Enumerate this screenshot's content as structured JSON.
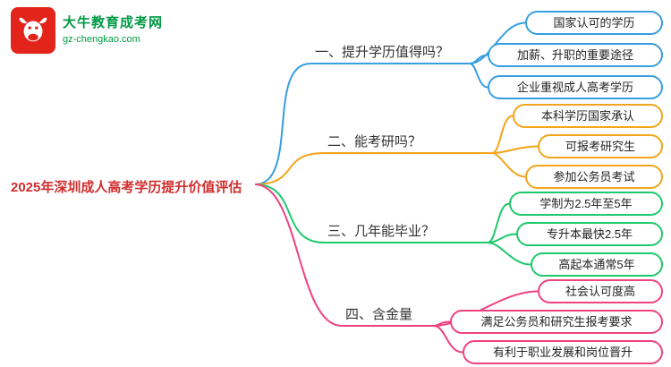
{
  "logo": {
    "title": "大牛教育成考网",
    "subtitle": "gz-chengkao.com",
    "brand_red": "#e2241b",
    "brand_green": "#009944"
  },
  "root": {
    "label": "2025年深圳成人高考学历提升价值评估",
    "color": "#d02e2e"
  },
  "branches": [
    {
      "label": "一、提升学历值得吗？",
      "color": "#369fe0",
      "children": [
        "国家认可的学历",
        "加薪、升职的重要途径",
        "企业重视成人高考学历"
      ]
    },
    {
      "label": "二、能考研吗？",
      "color": "#f2a51a",
      "children": [
        "本科学历国家承认",
        "可报考研究生",
        "参加公务员考试"
      ]
    },
    {
      "label": "三、几年能毕业？",
      "color": "#1ec96b",
      "children": [
        "学制为2.5年至5年",
        "专升本最快2.5年",
        "高起本通常5年"
      ]
    },
    {
      "label": "四、含金量",
      "color": "#f0427f",
      "children": [
        "社会认可度高",
        "满足公务员和研究生报考要求",
        "有利于职业发展和岗位晋升"
      ]
    }
  ]
}
